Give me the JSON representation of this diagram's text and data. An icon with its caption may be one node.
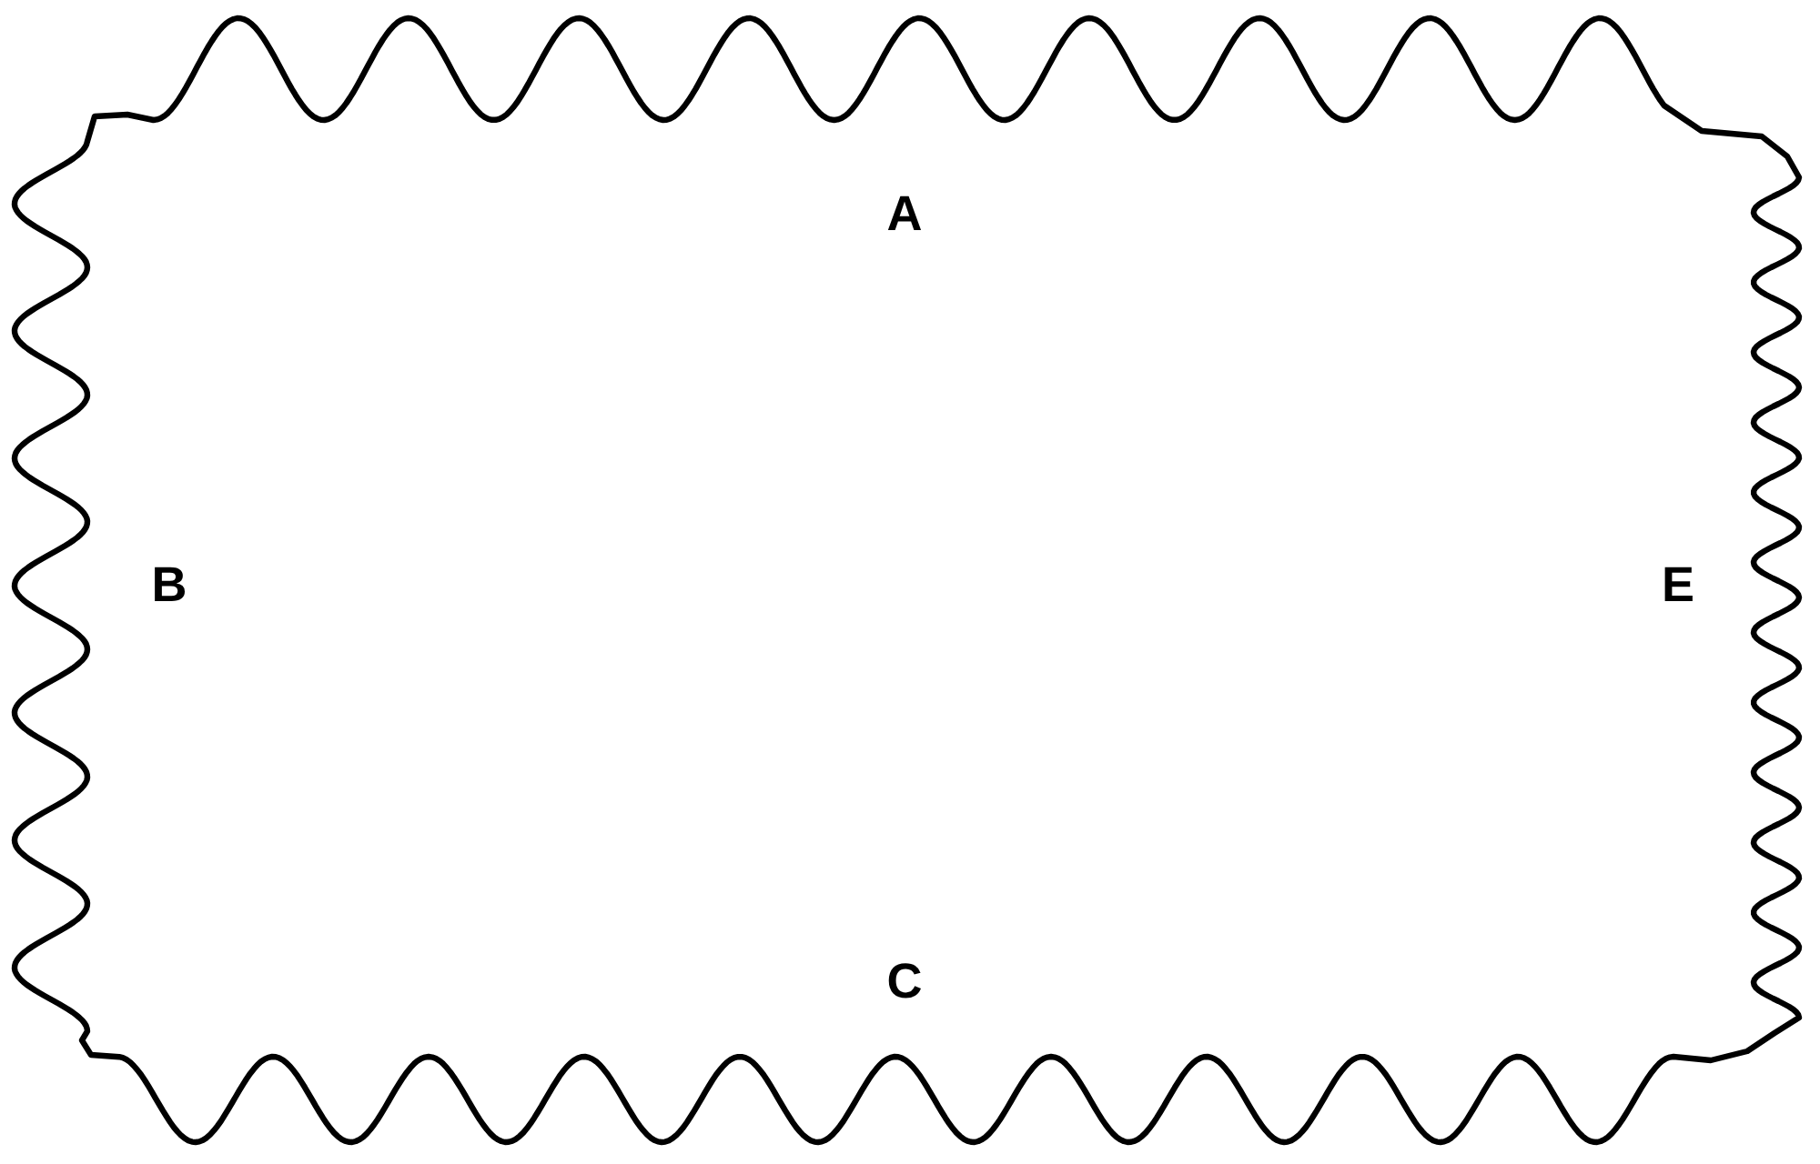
{
  "diagram": {
    "nodes": [
      {
        "text": [
          "A",
          "B",
          "E",
          "C"
        ]
      }
    ]
  }
}
